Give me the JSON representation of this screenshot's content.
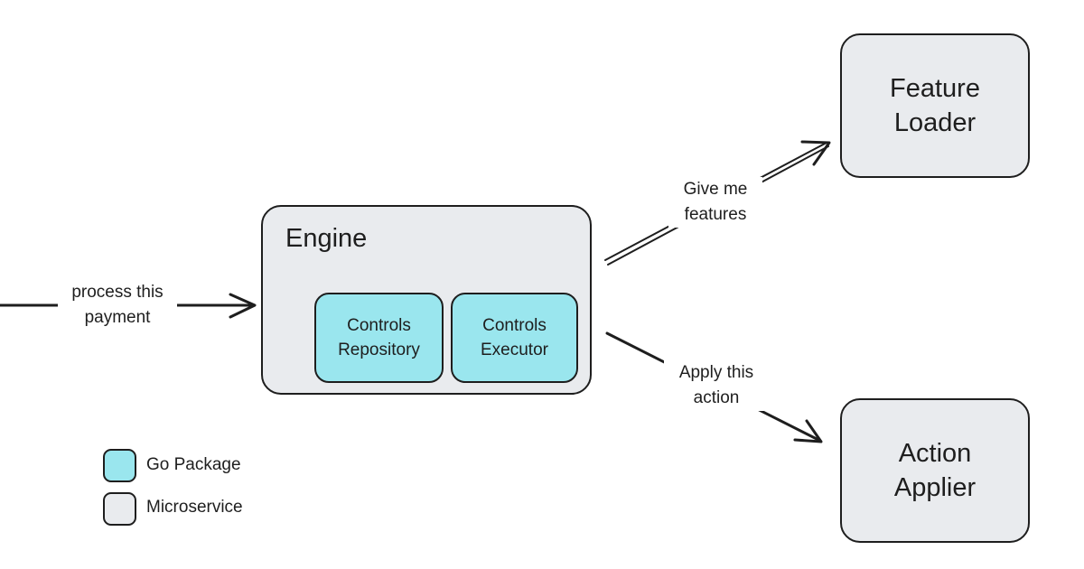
{
  "engine": {
    "title": "Engine",
    "packages": [
      {
        "line1": "Controls",
        "line2": "Repository"
      },
      {
        "line1": "Controls",
        "line2": "Executor"
      }
    ]
  },
  "feature_loader": {
    "line1": "Feature",
    "line2": "Loader"
  },
  "action_applier": {
    "line1": "Action",
    "line2": "Applier"
  },
  "arrows": {
    "input": {
      "line1": "process this",
      "line2": "payment"
    },
    "to_feature_loader": {
      "line1": "Give me",
      "line2": "features"
    },
    "to_action_applier": {
      "line1": "Apply this",
      "line2": "action"
    }
  },
  "legend": [
    {
      "label": "Go Package",
      "color": "#9ae6ee"
    },
    {
      "label": "Microservice",
      "color": "#e9ebee"
    }
  ]
}
